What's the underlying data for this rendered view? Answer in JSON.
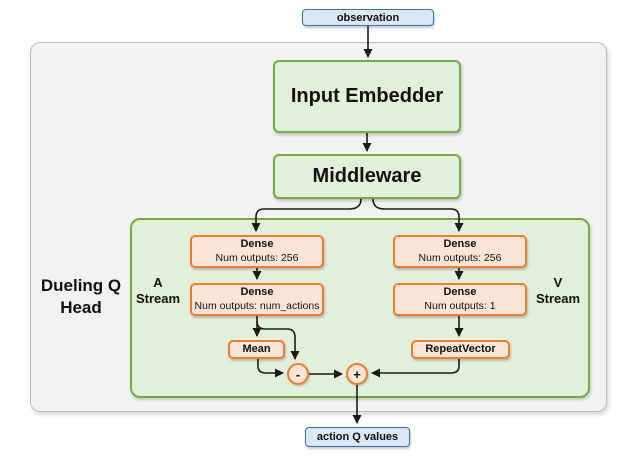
{
  "nodes": {
    "observation": "observation",
    "input_embedder": "Input Embedder",
    "middleware": "Middleware",
    "action_q_values": "action Q values",
    "dense_a1": {
      "title": "Dense",
      "sub": "Num outputs: 256"
    },
    "dense_a2": {
      "title": "Dense",
      "sub": "Num outputs: num_actions"
    },
    "dense_v1": {
      "title": "Dense",
      "sub": "Num outputs: 256"
    },
    "dense_v2": {
      "title": "Dense",
      "sub": "Num outputs: 1"
    },
    "mean": "Mean",
    "repeat_vector": "RepeatVector",
    "minus_op": "-",
    "plus_op": "+"
  },
  "labels": {
    "dueling_line1": "Dueling Q",
    "dueling_line2": "Head",
    "a_stream_line1": "A",
    "a_stream_line2": "Stream",
    "v_stream_line1": "V",
    "v_stream_line2": "Stream"
  },
  "colors": {
    "green_fill": "#e2efda",
    "green_border": "#70ad47",
    "orange_fill": "#fbe5d6",
    "orange_border": "#ed7d31",
    "blue_fill": "#dbe8f4",
    "blue_border": "#2e75b6",
    "gray_fill": "#f2f2f2",
    "gray_border": "#bdbdbd",
    "arrow": "#1a1a1a"
  }
}
